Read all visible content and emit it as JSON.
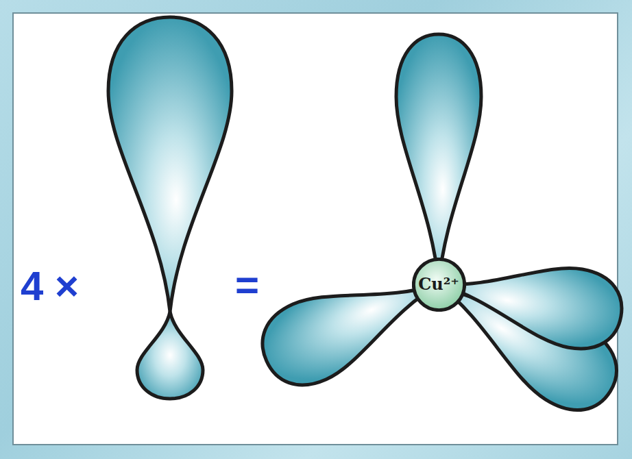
{
  "diagram": {
    "nodes": [
      {
        "text": [
          "Cu²⁺"
        ]
      }
    ],
    "labels": [
      "4 ×",
      "="
    ]
  }
}
